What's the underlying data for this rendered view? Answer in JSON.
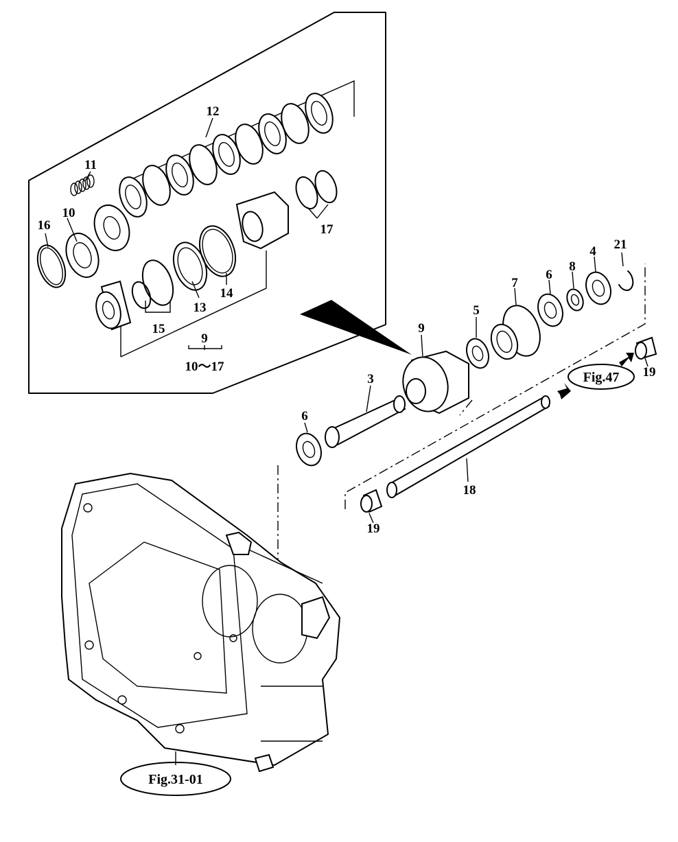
{
  "callouts": {
    "p3": "3",
    "p4": "4",
    "p5": "5",
    "p6a": "6",
    "p6b": "6",
    "p7": "7",
    "p8": "8",
    "p9a": "9",
    "p9b": "9",
    "p10a": "10",
    "p11": "11",
    "p12": "12",
    "p13": "13",
    "p14": "14",
    "p15": "15",
    "p16": "16",
    "p17a": "17",
    "p17b": "17",
    "p18": "18",
    "p19a": "19",
    "p19b": "19",
    "p21": "21",
    "range": "10～17"
  },
  "references": {
    "fig47": "Fig.47",
    "fig31": "Fig.31-01"
  }
}
